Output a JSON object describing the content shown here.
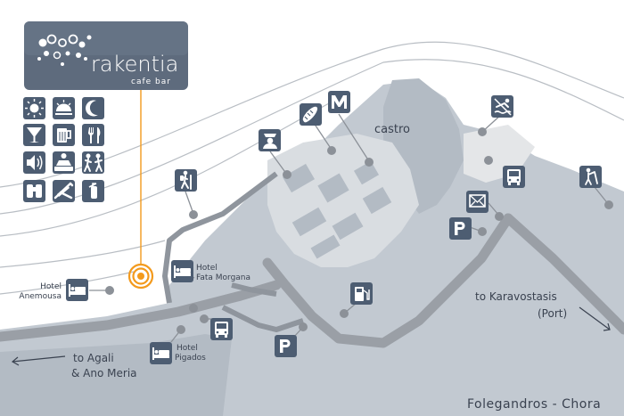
{
  "logo": {
    "name": "rakentia",
    "tagline": "cafe bar"
  },
  "labels": {
    "castro": "castro",
    "hotel_anemousa": [
      "Hotel",
      "Anemousa"
    ],
    "hotel_fata_morgana": [
      "Hotel",
      "Fata Morgana"
    ],
    "hotel_pigados": [
      "Hotel",
      "Pigados"
    ],
    "to_agali": [
      "to Agali",
      "& Ano Meria"
    ],
    "to_karavostasis": [
      "to Karavostasis",
      "(Port)"
    ],
    "place": "Folegandros - Chora"
  },
  "amenity_icons": [
    "sun-icon",
    "sunset-icon",
    "moon-icon",
    "cocktail-icon",
    "beer-icon",
    "cutlery-icon",
    "speaker-icon",
    "dj-icon",
    "dancing-icon",
    "binoculars-icon",
    "deckchair-icon",
    "extinguisher-icon"
  ],
  "map_icons": [
    "hiker-icon",
    "police-icon",
    "bakery-icon",
    "metro-icon",
    "no-swimming-icon",
    "bus-icon",
    "mail-icon",
    "parking-icon",
    "golf-icon",
    "hotel-icon",
    "fuel-icon"
  ],
  "colors": {
    "building": "#c2c9d1",
    "building_dark": "#b3bbc4",
    "road": "#9a9fa6",
    "icon": "#4d5d72",
    "pin": "#f39a1d",
    "contour": "#b9bec4"
  }
}
